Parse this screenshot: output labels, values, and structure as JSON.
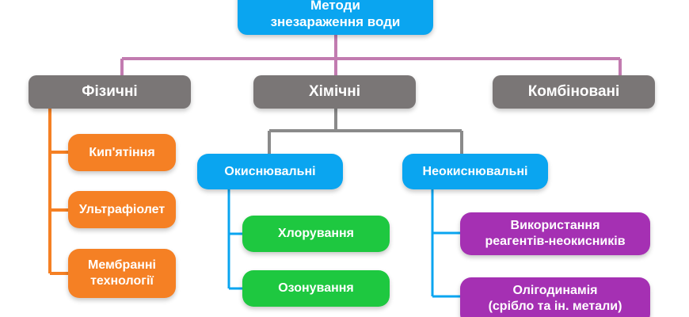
{
  "diagram": {
    "root": {
      "label": "Методи\nзнезараження води"
    },
    "categories": {
      "physical": {
        "label": "Фізичні"
      },
      "chemical": {
        "label": "Хімічні"
      },
      "combined": {
        "label": "Комбіновані"
      }
    },
    "physical_methods": [
      {
        "label": "Кип'ятіння"
      },
      {
        "label": "Ультрафіолет"
      },
      {
        "label": "Мембранні\nтехнології"
      }
    ],
    "chemical_groups": {
      "oxidizing": {
        "label": "Окиснювальні"
      },
      "non_oxidizing": {
        "label": "Неокиснювальні"
      }
    },
    "oxidizing_methods": [
      {
        "label": "Хлорування"
      },
      {
        "label": "Озонування"
      }
    ],
    "non_oxidizing_methods": [
      {
        "label": "Використання\nреагентів-неокисників"
      },
      {
        "label": "Олігодинамія\n(срібло та ін. метали)"
      }
    ],
    "colors": {
      "root": "#0aa5f0",
      "category": "#7a7676",
      "physical_method": "#f58024",
      "chemical_group": "#0aa5f0",
      "oxidizing_method": "#1ec840",
      "non_oxidizing_method": "#a530b3",
      "root_connector": "#c27bb0",
      "chemical_connector": "#8a8a8a",
      "physical_connector": "#f58024",
      "group_connector": "#0aa5f0"
    }
  }
}
